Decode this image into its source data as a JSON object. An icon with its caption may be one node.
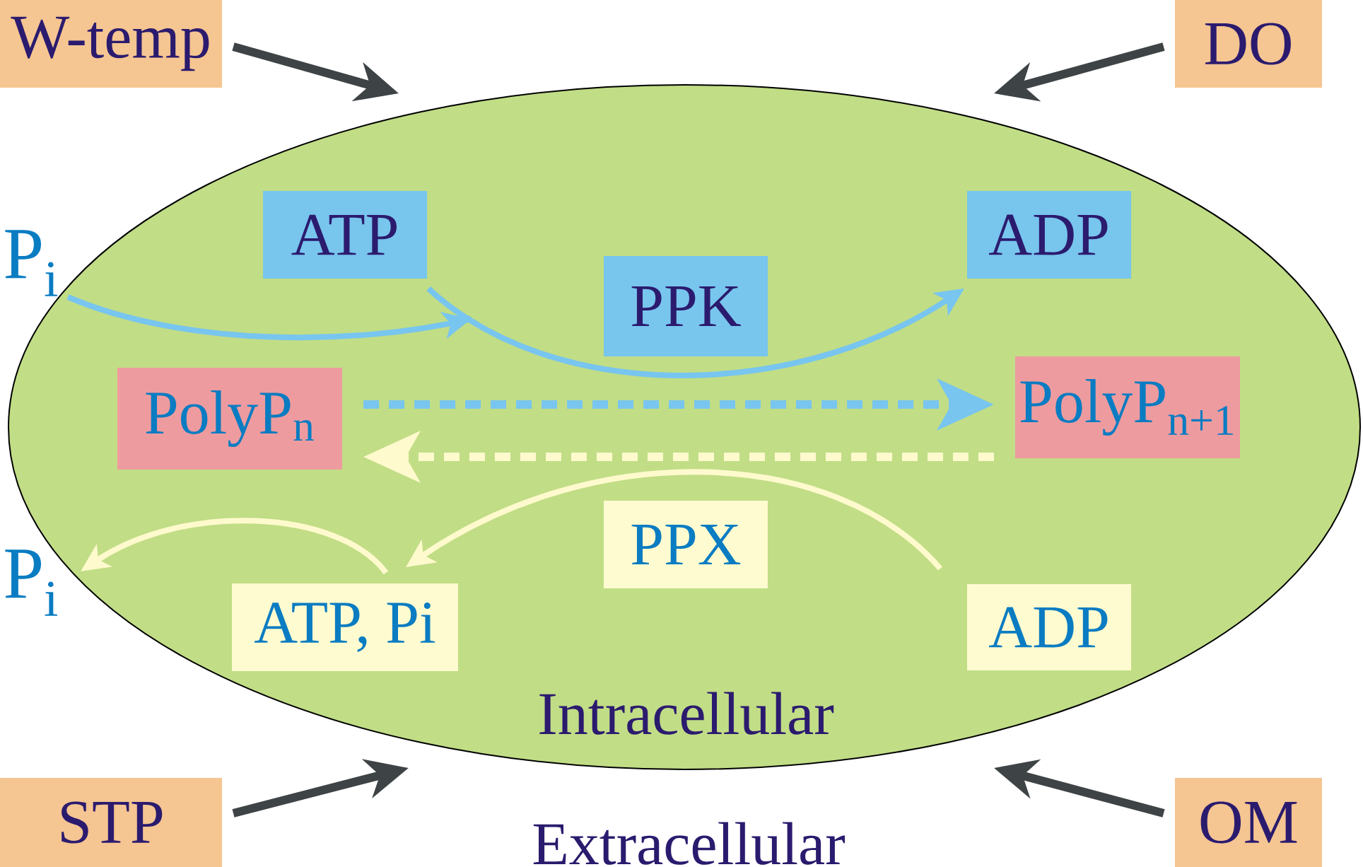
{
  "diagram": {
    "nodes": [
      {
        "text": [
          "W-temp"
        ]
      },
      {
        "text": [
          "DO"
        ]
      },
      {
        "text": [
          "Intracellular"
        ]
      },
      {
        "text": [
          "P$_{i}$"
        ]
      },
      {
        "text": [
          "ATP"
        ],
        "in": 2
      },
      {
        "text": [
          "ADP"
        ],
        "in": 2
      },
      {
        "text": [
          "PPK"
        ],
        "in": 2
      },
      {
        "text": [
          "PolyP$_{n}$"
        ],
        "in": 2
      },
      {
        "text": [
          "PolyP$_{n+1}$"
        ],
        "in": 2
      },
      {
        "text": [
          "PPX"
        ],
        "in": 2
      },
      {
        "text": [
          "P$_{i}$"
        ]
      },
      {
        "text": [
          "ATP, Pi"
        ],
        "in": 2
      },
      {
        "text": [
          "ADP"
        ],
        "in": 2
      },
      {
        "text": [
          "STP"
        ]
      },
      {
        "text": [
          "OM"
        ]
      }
    ],
    "edges": [
      {
        "from": 0,
        "to": 2,
        "arrow": "to"
      },
      {
        "from": 1,
        "to": 2,
        "arrow": "to"
      },
      {
        "from": 13,
        "to": 2,
        "arrow": "to"
      },
      {
        "from": 14,
        "to": 2,
        "arrow": "to"
      },
      {
        "from": 3,
        "to": 5,
        "arrow": "to",
        "color": "#78c5ef"
      },
      {
        "from": 4,
        "to": 5,
        "arrow": "to",
        "color": "#78c5ef"
      },
      {
        "from": 7,
        "to": 8,
        "arrow": "to",
        "style": "dashed",
        "color": "#78c5ef"
      },
      {
        "from": 8,
        "to": 7,
        "arrow": "to",
        "style": "dashed",
        "color": "#fffacd"
      },
      {
        "from": 12,
        "to": 11,
        "arrow": "to",
        "color": "#fffacd"
      },
      {
        "from": 11,
        "to": 10,
        "arrow": "to",
        "color": "#fffacd"
      }
    ],
    "labels": [
      "Extracellular"
    ]
  }
}
